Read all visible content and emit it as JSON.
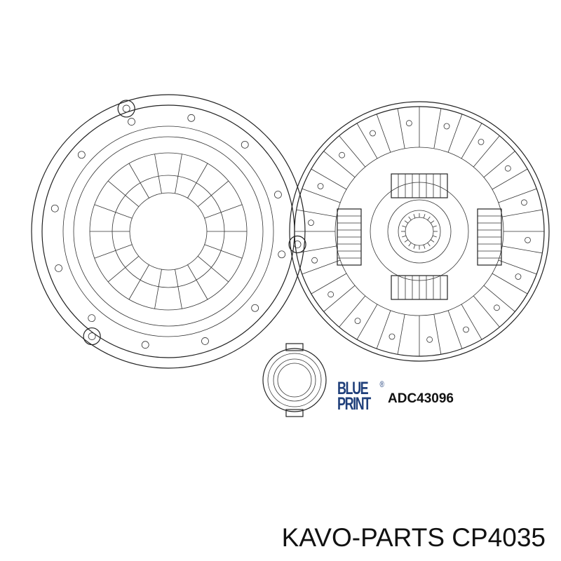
{
  "brand_logo": {
    "line1": "BLUE",
    "line2": "PRINT",
    "registered": "®",
    "color": "#1f3f7a"
  },
  "part_number": "ADC43096",
  "caption": "KAVO-PARTS CP4035",
  "components": [
    "pressure-plate",
    "clutch-disc",
    "release-bearing"
  ]
}
